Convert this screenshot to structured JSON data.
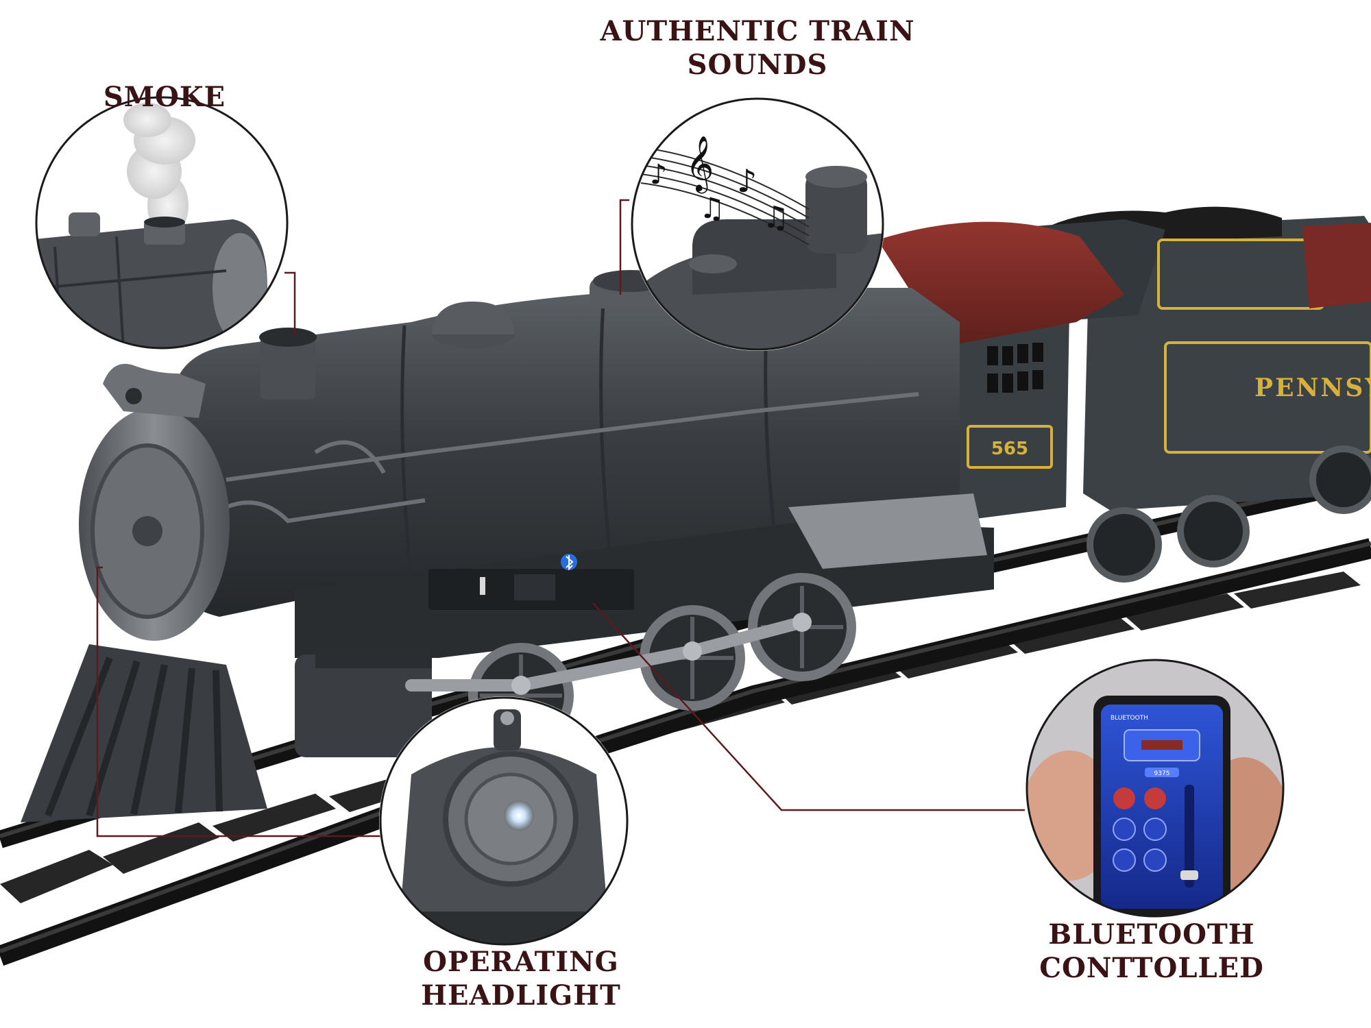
{
  "callouts": {
    "smoke": {
      "line1": "SMOKE"
    },
    "sounds": {
      "line1": "AUTHENTIC TRAIN",
      "line2": "SOUNDS"
    },
    "headlight": {
      "line1": "OPERATING",
      "line2": "HEADLIGHT"
    },
    "bluetooth": {
      "line1": "BLUETOOTH",
      "line2": "CONTTOLLED"
    }
  },
  "train": {
    "cab_number": "565",
    "tender_lettering": "PENNSYL"
  },
  "phone_app": {
    "header": "BLUETOOTH",
    "number": "9375"
  },
  "colors": {
    "label_text": "#3a1316",
    "leader_line": "#5a1a20",
    "locomotive_body": "#3b3f43",
    "cab_roof": "#7a2a26",
    "trim_yellow": "#d7b23a",
    "track": "#1c1c1c",
    "phone_screen": "#1f3fae"
  },
  "icons": [
    "bluetooth-icon",
    "music-notes-icon",
    "treble-clef-icon"
  ]
}
